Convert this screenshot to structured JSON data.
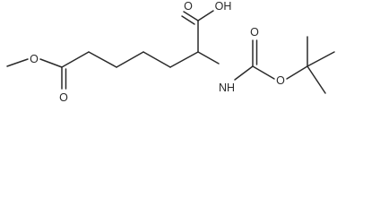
{
  "molecule": {
    "atom_labels": {
      "ester_methyl_oxygen": "O",
      "ester_carbonyl_oxygen": "O",
      "acid_carbonyl_oxygen": "O",
      "acid_hydroxyl": "OH",
      "amide_nitrogen": "NH",
      "carbamate_carbonyl_oxygen": "O",
      "carbamate_ester_oxygen": "O"
    }
  }
}
